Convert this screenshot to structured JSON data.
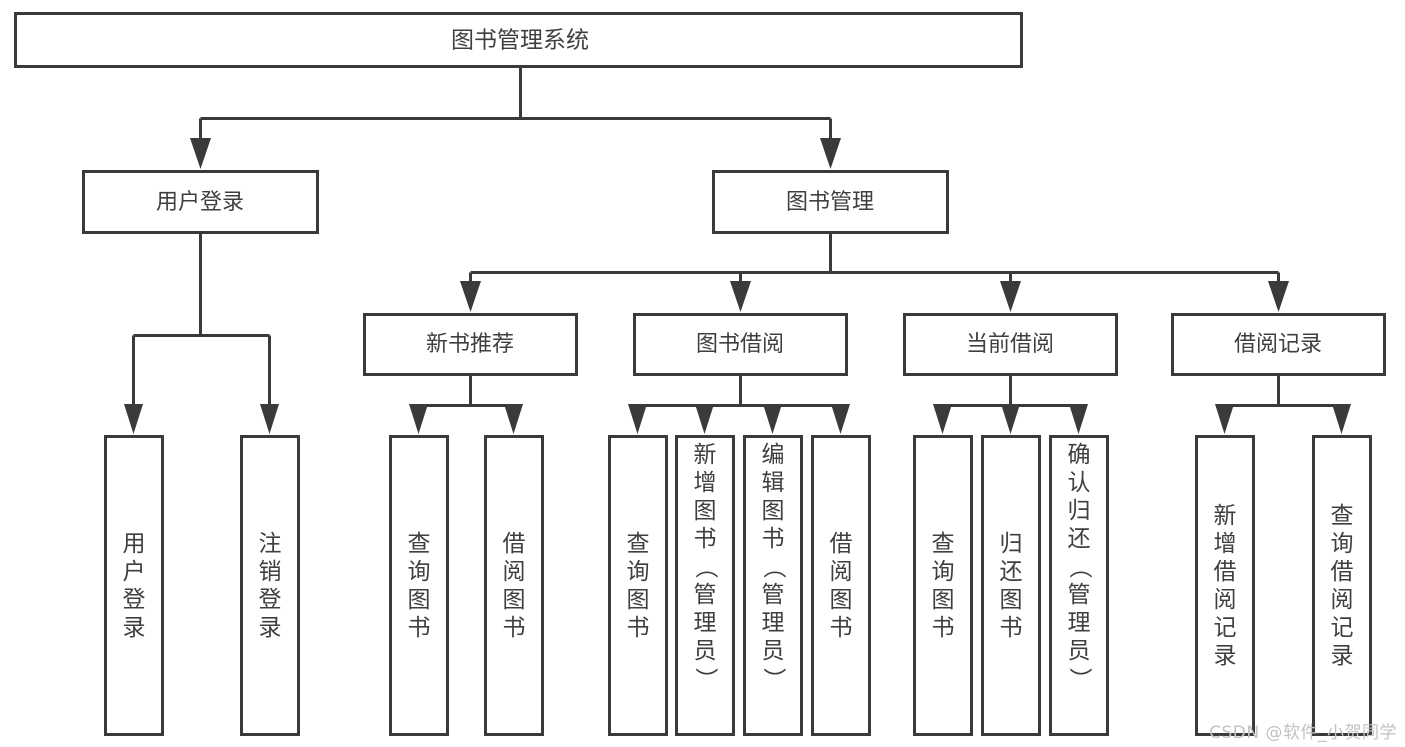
{
  "diagram": {
    "title": "图书管理系统",
    "type": "tree-hierarchy",
    "orientation": "top-down",
    "colors": {
      "box_stroke": "#3a3a3a",
      "box_fill": "#ffffff",
      "connector": "#3a3a3a",
      "text": "#3f3f3f",
      "background": "#ffffff",
      "watermark": "#c2c2c2"
    },
    "root": {
      "label": "图书管理系统",
      "level": 0
    },
    "level1": [
      {
        "label": "用户登录"
      },
      {
        "label": "图书管理"
      }
    ],
    "level2": [
      {
        "label": "新书推荐",
        "parent": "图书管理"
      },
      {
        "label": "图书借阅",
        "parent": "图书管理"
      },
      {
        "label": "当前借阅",
        "parent": "图书管理"
      },
      {
        "label": "借阅记录",
        "parent": "图书管理"
      }
    ],
    "leaves": {
      "user_login": [
        {
          "label": "用户登录"
        },
        {
          "label": "注销登录"
        }
      ],
      "new_book_recommend": [
        {
          "label": "查询图书"
        },
        {
          "label": "借阅图书"
        }
      ],
      "book_borrow": [
        {
          "label": "查询图书"
        },
        {
          "label": "新增图书（管理员）"
        },
        {
          "label": "编辑图书（管理员）"
        },
        {
          "label": "借阅图书"
        }
      ],
      "current_borrow": [
        {
          "label": "查询图书"
        },
        {
          "label": "归还图书"
        },
        {
          "label": "确认归还（管理员）"
        }
      ],
      "borrow_record": [
        {
          "label": "新增借阅记录"
        },
        {
          "label": "查询借阅记录"
        }
      ]
    }
  },
  "watermark": {
    "text": "CSDN @软件_小贺同学"
  }
}
